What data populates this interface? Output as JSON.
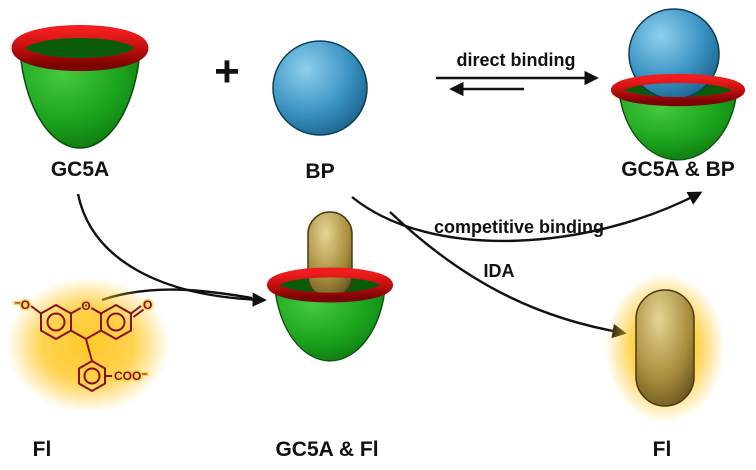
{
  "diagram": {
    "labels": {
      "host": "GC5A",
      "plus": "+",
      "guest": "BP",
      "direct_binding": "direct binding",
      "host_guest_complex": "GC5A & BP",
      "indicator": "Fl",
      "host_indicator_complex": "GC5A & Fl",
      "released_indicator": "Fl",
      "competitive_binding": "competitive binding",
      "ida": "IDA"
    },
    "molecule": {
      "oxy_anion": "⁻O",
      "bridge_o": "O",
      "carbonyl_o": "O",
      "carboxylate": "COO⁻"
    },
    "colors": {
      "background": "#ffffff",
      "cup_body_green": "#1ba21d",
      "cup_rim_red": "#c50f0f",
      "sphere_blue": "#3b93c2",
      "capsule_gold": "#a78d3c",
      "glow_yellow": "#ffc61e",
      "structure_dark_red": "#8a1010",
      "arrow_black": "#111111"
    }
  }
}
